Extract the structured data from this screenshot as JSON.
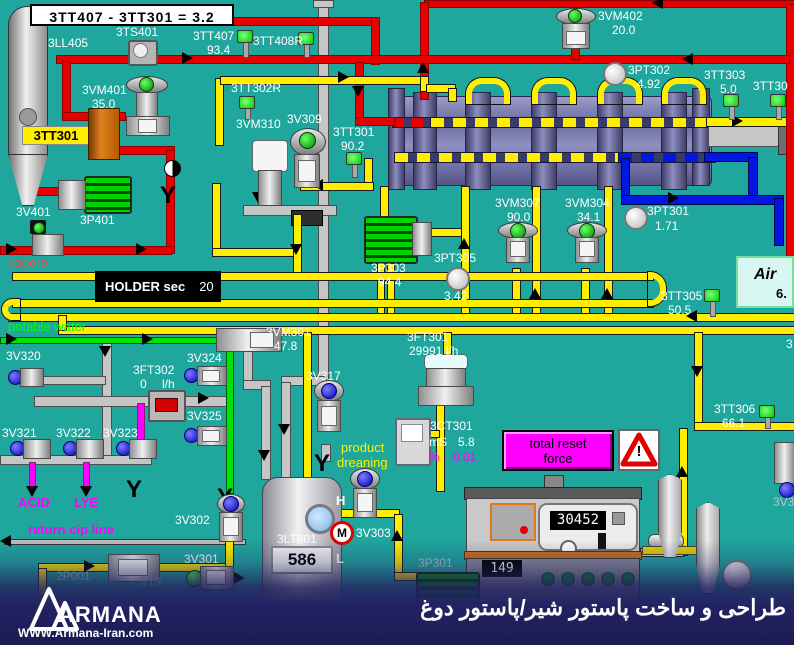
{
  "colors": {
    "bg": "#1FA69D",
    "pipe_red": "#E60000",
    "pipe_yellow": "#FFEE00",
    "pipe_green": "#00E400",
    "pipe_blue": "#0018E0",
    "magenta": "#FF00FF",
    "hx_body": "#8484B4",
    "footer": "#23235F"
  },
  "formula": {
    "text": "3TT407 - 3TT301 =  3.2"
  },
  "instruments": {
    "ll405": {
      "tag": "3LL405"
    },
    "ts401": {
      "tag": "3TS401"
    },
    "tt407": {
      "tag": "3TT407",
      "value": "93.4"
    },
    "tt408r": {
      "tag": "3TT408R"
    },
    "vm402": {
      "tag": "3VM402",
      "value": "20.0"
    },
    "vm401": {
      "tag": "3VM401",
      "value": "35.0"
    },
    "tt301tank": {
      "tag": "3TT301"
    },
    "tt302r": {
      "tag": "3TT302R"
    },
    "vm310": {
      "tag": "3VM310"
    },
    "v309": {
      "tag": "3V309"
    },
    "tt301": {
      "tag": "3TT301",
      "value": "90.2"
    },
    "pt302": {
      "tag": "3PT302",
      "value": "4.92"
    },
    "tt303": {
      "tag": "3TT303",
      "value": "5.0"
    },
    "tt304": {
      "tag": "3TT30"
    },
    "p401": {
      "tag": "3P401"
    },
    "v401": {
      "tag": "3V401"
    },
    "p303": {
      "tag": "3P303",
      "value": "94.4"
    },
    "pt305": {
      "tag": "3PT305",
      "value": "3.42"
    },
    "vm307": {
      "tag": "3VM307",
      "value": "90.0"
    },
    "vm304": {
      "tag": "3VM304",
      "value": "34.1"
    },
    "pt301": {
      "tag": "3PT301",
      "value": "1.71"
    },
    "tt305": {
      "tag": "3TT305",
      "value": "50.5"
    },
    "tt306": {
      "tag": "3TT306",
      "value": "66.1"
    },
    "vm301": {
      "tag": "3VM301",
      "value": "47.8"
    },
    "v320": {
      "tag": "3V320"
    },
    "v321": {
      "tag": "3V321"
    },
    "v322": {
      "tag": "3V322"
    },
    "v323": {
      "tag": "3V323"
    },
    "v324": {
      "tag": "3V324"
    },
    "v325": {
      "tag": "3V325"
    },
    "ft302": {
      "tag": "3FT302",
      "value": "0",
      "unit": "l/h"
    },
    "ft301": {
      "tag": "3FT301",
      "value": "29991 l/h"
    },
    "v317": {
      "tag": "3V317"
    },
    "ct301": {
      "tag": "3CT301",
      "unit1": "mS",
      "value1": "5.8",
      "unit2": "%",
      "value2": "0.01"
    },
    "v302": {
      "tag": "3V302"
    },
    "v301": {
      "tag": "3V301"
    },
    "v19": {
      "tag": "V19"
    },
    "p2001": {
      "tag": "2P001"
    },
    "lt301": {
      "tag": "3LT301",
      "value": "586"
    },
    "v303": {
      "tag": "3V303"
    },
    "p301": {
      "tag": "3P301"
    },
    "v3xx": {
      "tag": "3V3"
    },
    "edge3": {
      "tag": "3"
    }
  },
  "texts": {
    "vapore": "vapore",
    "holder_label": "HOLDER sec",
    "holder_value": "20",
    "air_label": "Air",
    "air_value": "6.",
    "potable_water": "potable water",
    "product1": "product",
    "product2": "dreaning",
    "acid": "ACID",
    "lye": "LYE",
    "return_cip": "return cip line",
    "reset1": "total reset",
    "reset2": "force",
    "warning": "!",
    "tank_h": "H",
    "tank_l": "L",
    "motor_m": "M"
  },
  "separator": {
    "display": "30452",
    "counter": "149"
  },
  "footer": {
    "brand": "ARMANA",
    "url": "WWW.Armana-Iran.com",
    "caption": "طراحی و ساخت پاستور شیر/پاستور دوغ"
  }
}
